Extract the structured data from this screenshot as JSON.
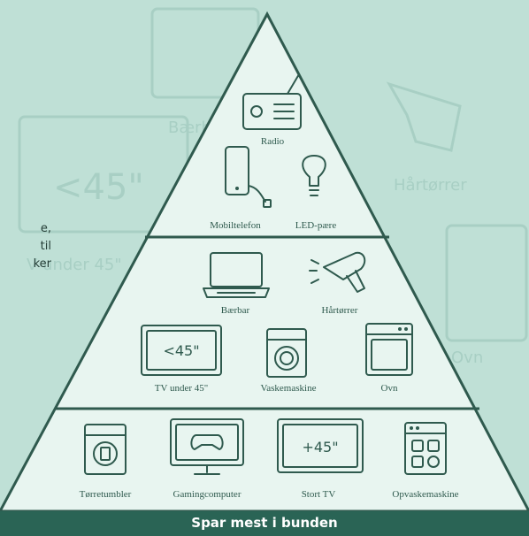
{
  "intro_text": [
    "e,",
    "til",
    "ker"
  ],
  "background_labels": [
    "<45\"",
    "Bærbar",
    "Hårtørrer",
    "V under 45\"",
    "Ovn"
  ],
  "tiers": [
    {
      "name": "top",
      "items": [
        "Radio",
        "Mobiltelefon",
        "LED-pære"
      ]
    },
    {
      "name": "middle",
      "items": [
        "Bærbar",
        "Hårtørrer",
        "TV under 45\"",
        "Vaskemaskine",
        "Ovn"
      ]
    },
    {
      "name": "bottom",
      "items": [
        "Tørretumbler",
        "Gamingcomputer",
        "Stort TV",
        "Opvaskemaskine"
      ]
    }
  ],
  "tv_small_screen_text": "<45\"",
  "tv_large_screen_text": "+45\"",
  "footer_label": "Spar mest i bunden",
  "colors": {
    "background": "#bfe0d6",
    "pyramid": "#e8f5f0",
    "line": "#2f5a4e",
    "footer": "#2a6455"
  }
}
